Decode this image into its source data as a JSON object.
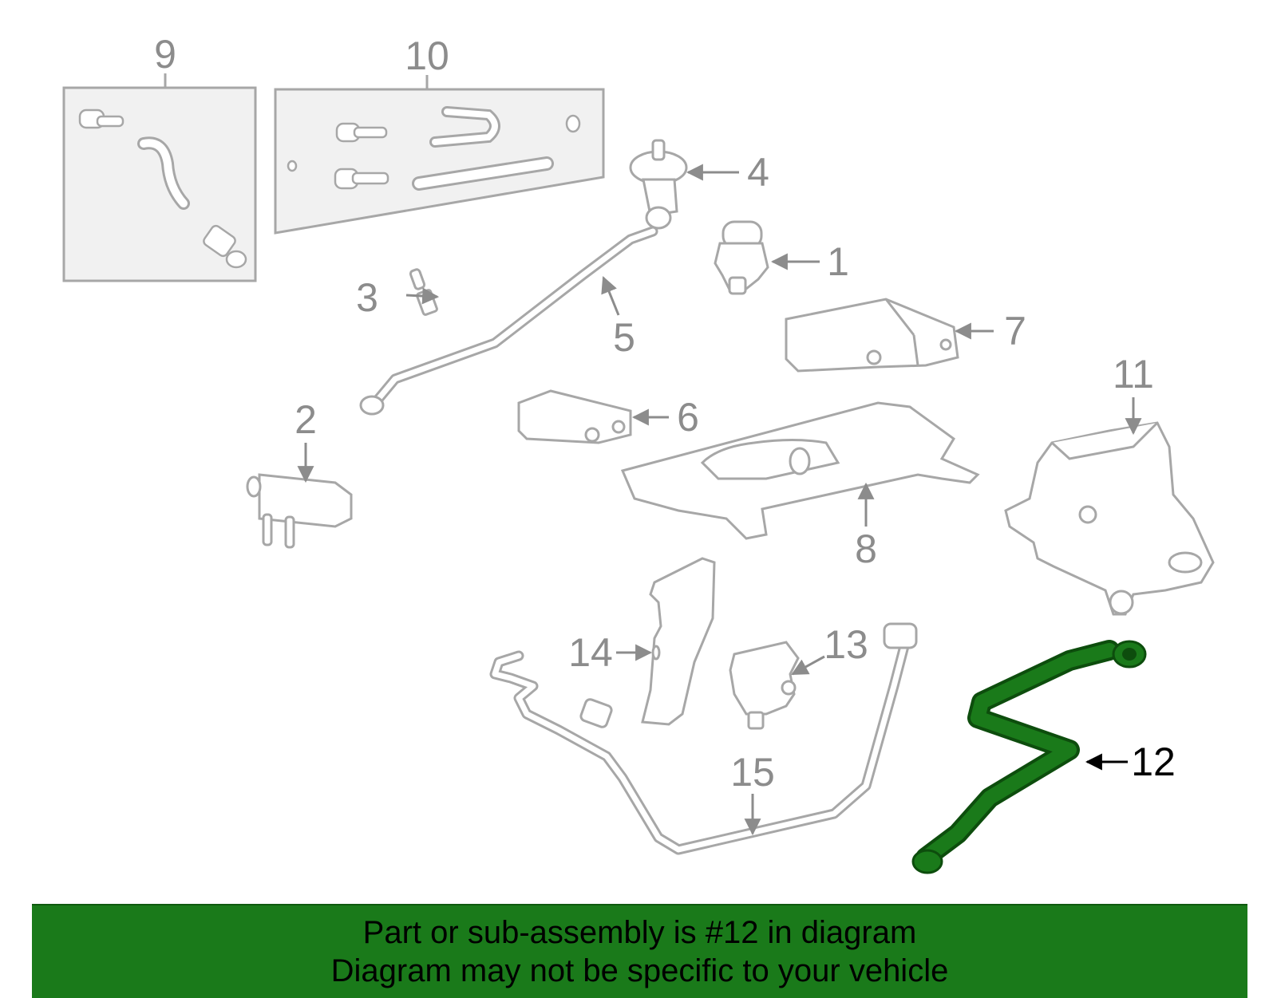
{
  "colors": {
    "part_gray": "#a7a7a7",
    "label_gray": "#8c8c8c",
    "panel_fill": "#f1f1f1",
    "highlight_green": "#1a7a1a",
    "highlight_green_dark": "#0d4d0d",
    "banner_green": "#1a7a1a",
    "banner_text": "#000000"
  },
  "callouts": {
    "c1": "1",
    "c2": "2",
    "c3": "3",
    "c4": "4",
    "c5": "5",
    "c6": "6",
    "c7": "7",
    "c8": "8",
    "c9": "9",
    "c10": "10",
    "c11": "11",
    "c12": "12",
    "c13": "13",
    "c14": "14",
    "c15": "15"
  },
  "highlighted_part": "12",
  "banner": {
    "line1": "Part or sub-assembly is #12 in diagram",
    "line2": "Diagram may not be specific to your vehicle"
  }
}
